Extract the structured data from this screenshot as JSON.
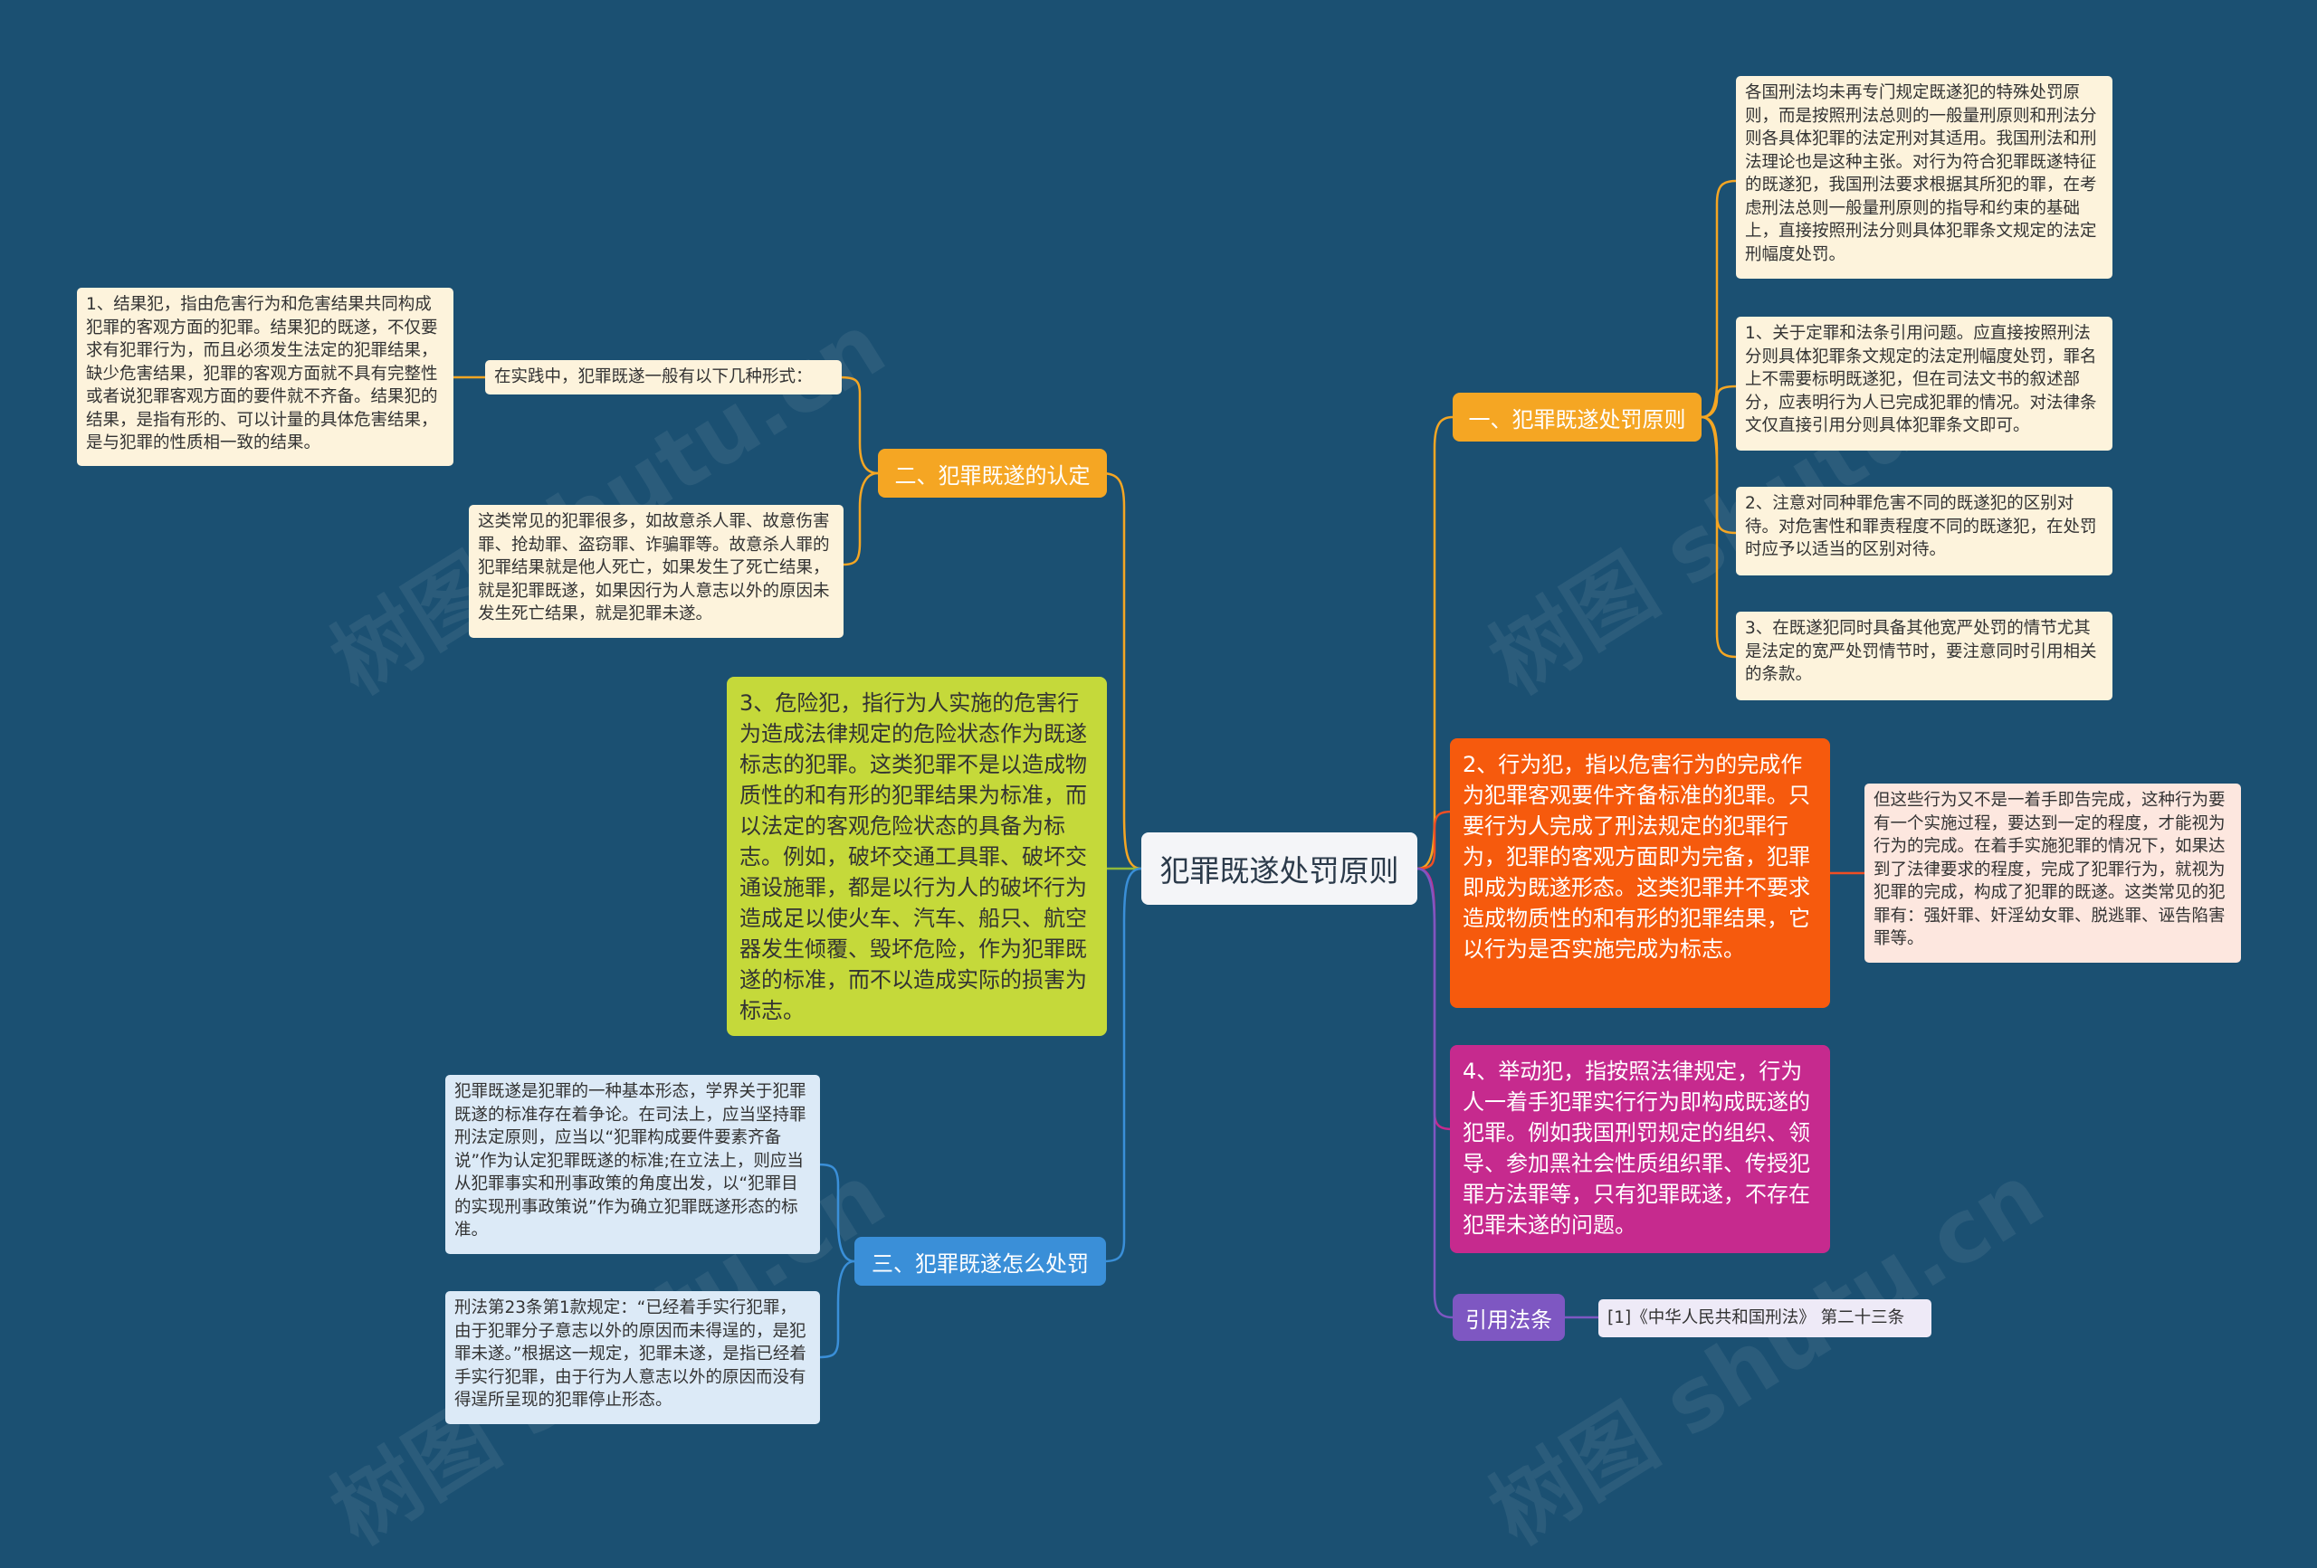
{
  "root": "犯罪既遂处罚原则",
  "watermark": "树图 shutu.cn",
  "colors": {
    "background": "#1b5072",
    "line_orange": "#f5a623",
    "line_blue": "#3a8fd8",
    "line_red": "#f04e23",
    "line_purple": "#7e57c2",
    "line_magenta": "#c62a8e"
  },
  "left": {
    "b2": {
      "label": "二、犯罪既遂的认定",
      "intro": "在实践中，犯罪既遂一般有以下几种形式：",
      "note1": "1、结果犯，指由危害行为和危害结果共同构成犯罪的客观方面的犯罪。结果犯的既遂，不仅要求有犯罪行为，而且必须发生法定的犯罪结果，缺少危害结果，犯罪的客观方面就不具有完整性或者说犯罪客观方面的要件就不齐备。结果犯的结果，是指有形的、可以计量的具体危害结果，是与犯罪的性质相一致的结果。",
      "note2": "这类常见的犯罪很多，如故意杀人罪、故意伤害罪、抢劫罪、盗窃罪、诈骗罪等。故意杀人罪的犯罪结果就是他人死亡，如果发生了死亡结果，就是犯罪既遂，如果因行为人意志以外的原因未发生死亡结果，就是犯罪未遂。"
    },
    "danger": "3、危险犯，指行为人实施的危害行为造成法律规定的危险状态作为既遂标志的犯罪。这类犯罪不是以造成物质性的和有形的犯罪结果为标准，而以法定的客观危险状态的具备为标志。例如，破坏交通工具罪、破坏交通设施罪，都是以行为人的破坏行为造成足以使火车、汽车、船只、航空器发生倾覆、毁坏危险，作为犯罪既遂的标准，而不以造成实际的损害为标志。",
    "b3": {
      "label": "三、犯罪既遂怎么处罚",
      "note1": "犯罪既遂是犯罪的一种基本形态，学界关于犯罪既遂的标准存在着争论。在司法上，应当坚持罪刑法定原则，应当以“犯罪构成要件要素齐备说”作为认定犯罪既遂的标准;在立法上，则应当从犯罪事实和刑事政策的角度出发，以“犯罪目的实现刑事政策说”作为确立犯罪既遂形态的标准。",
      "note2": "刑法第23条第1款规定：“已经着手实行犯罪，由于犯罪分子意志以外的原因而未得逞的，是犯罪未遂。”根据这一规定，犯罪未遂，是指已经着手实行犯罪，由于行为人意志以外的原因而没有得逞所呈现的犯罪停止形态。"
    }
  },
  "right": {
    "b1": {
      "label": "一、犯罪既遂处罚原则",
      "note1": "各国刑法均未再专门规定既遂犯的特殊处罚原则，而是按照刑法总则的一般量刑原则和刑法分则各具体犯罪的法定刑对其适用。我国刑法和刑法理论也是这种主张。对行为符合犯罪既遂特征的既遂犯，我国刑法要求根据其所犯的罪，在考虑刑法总则一般量刑原则的指导和约束的基础上，直接按照刑法分则具体犯罪条文规定的法定刑幅度处罚。",
      "note2": "1、关于定罪和法条引用问题。应直接按照刑法分则具体犯罪条文规定的法定刑幅度处罚，罪名上不需要标明既遂犯，但在司法文书的叙述部分，应表明行为人已完成犯罪的情况。对法律条文仅直接引用分则具体犯罪条文即可。",
      "note3": "2、注意对同种罪危害不同的既遂犯的区别对待。对危害性和罪责程度不同的既遂犯，在处罚时应予以适当的区别对待。",
      "note4": "3、在既遂犯同时具备其他宽严处罚的情节尤其是法定的宽严处罚情节时，要注意同时引用相关的条款。"
    },
    "conduct": {
      "text": "2、行为犯，指以危害行为的完成作为犯罪客观要件齐备标准的犯罪。只要行为人完成了刑法规定的犯罪行为，犯罪的客观方面即为完备，犯罪即成为既遂形态。这类犯罪并不要求造成物质性的和有形的犯罪结果，它以行为是否实施完成为标志。",
      "note": "但这些行为又不是一着手即告完成，这种行为要有一个实施过程，要达到一定的程度，才能视为行为的完成。在着手实施犯罪的情况下，如果达到了法律要求的程度，完成了犯罪行为，就视为犯罪的完成，构成了犯罪的既遂。这类常见的犯罪有：强奸罪、奸淫幼女罪、脱逃罪、诬告陷害罪等。"
    },
    "act": "4、举动犯，指按照法律规定，行为人一着手犯罪实行行为即构成既遂的犯罪。例如我国刑罚规定的组织、领导、参加黑社会性质组织罪、传授犯罪方法罪等，只有犯罪既遂，不存在犯罪未遂的问题。",
    "cite": {
      "label": "引用法条",
      "ref": "[1]《中华人民共和国刑法》 第二十三条"
    }
  }
}
